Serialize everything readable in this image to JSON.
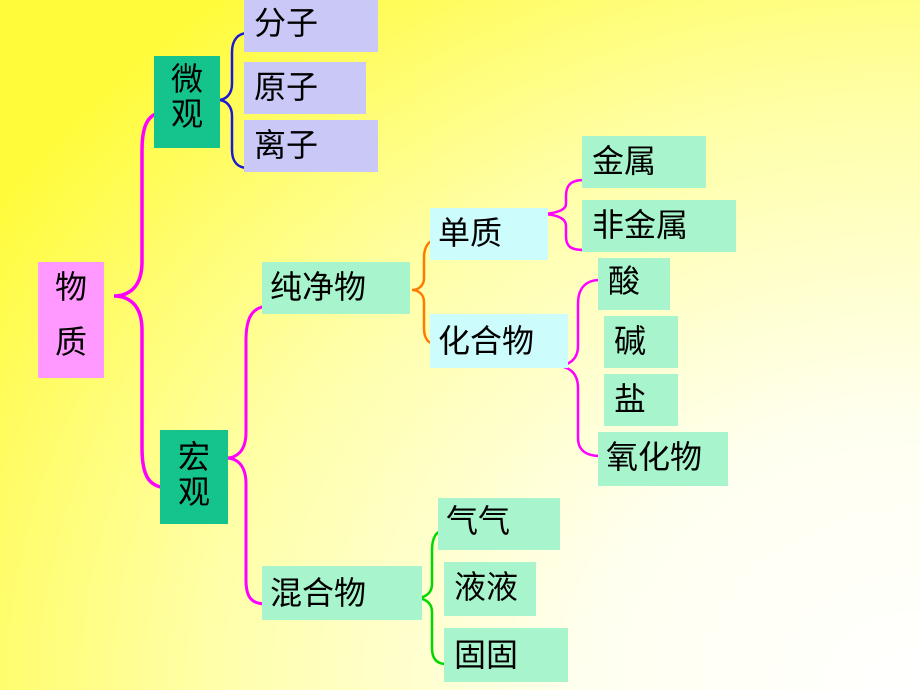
{
  "colors": {
    "lavender": "#c9c8f7",
    "teal": "#14c48c",
    "pink": "#ff99ff",
    "mint": "#a8f4cc",
    "cyan": "#ccfcfc",
    "lineMagenta": "#ff00ff",
    "lineBlue": "#1a1ad6",
    "lineOrange": "#ff7a00",
    "lineGreen": "#00d800"
  },
  "nodes": {
    "wuzhi": {
      "c1": "物",
      "c2": "质"
    },
    "weiguan": {
      "c1": "微",
      "c2": "观"
    },
    "hongguan": {
      "c1": "宏",
      "c2": "观"
    },
    "fenzi": "分子",
    "yuanzi": "原子",
    "lizi": "离子",
    "chunjingwu": "纯净物",
    "hunhewu": "混合物",
    "danzhi": "单质",
    "huahewu": "化合物",
    "jinshu": "金属",
    "feijinshu": "非金属",
    "suan": "酸",
    "jian": "碱",
    "yan": "盐",
    "yanghuawu": "氧化物",
    "qiqi": "气气",
    "yeye": "液液",
    "gugu": "固固"
  }
}
